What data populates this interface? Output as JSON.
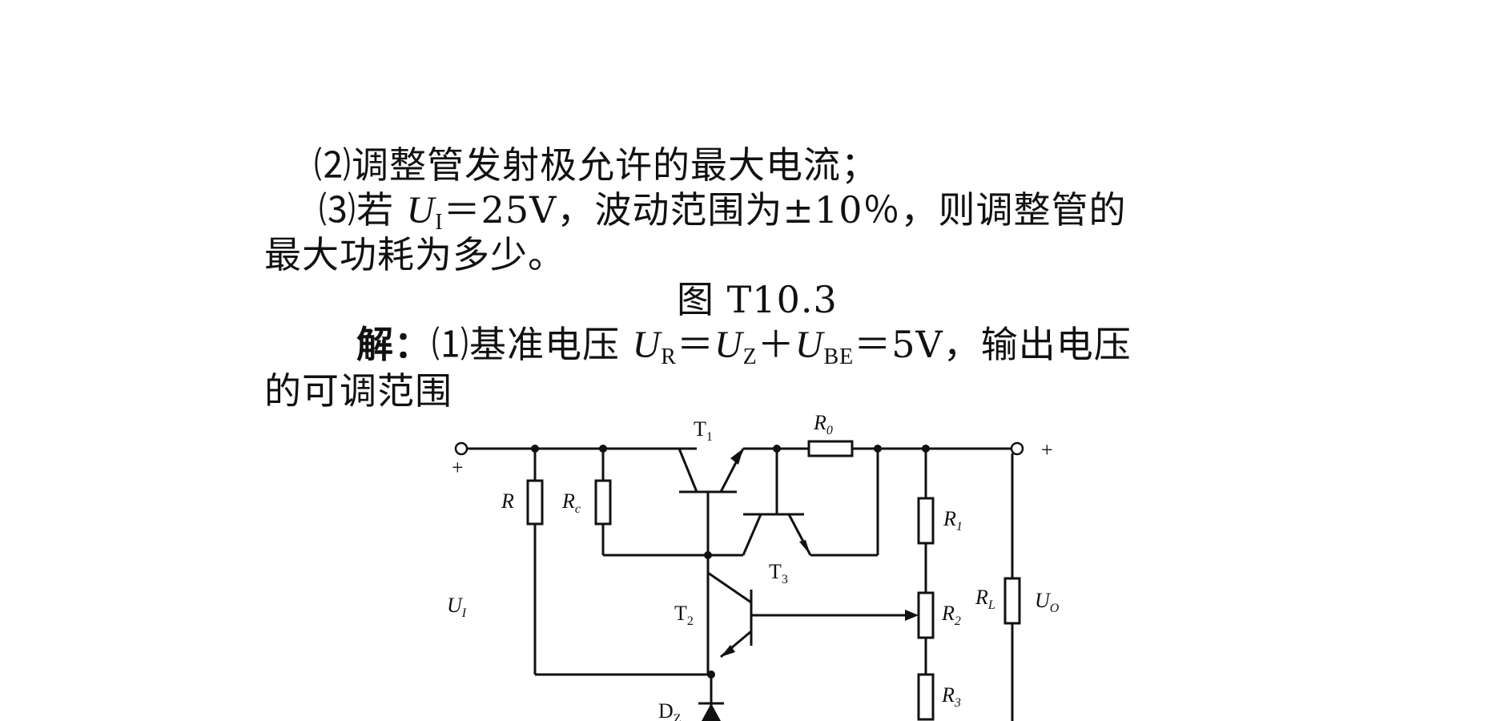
{
  "question": {
    "item2": "⑵调整管发射极允许的最大电流；",
    "item3_prefix": "⑶若 ",
    "item3_var": "U",
    "item3_sub": "I",
    "item3_rest": "＝25V，波动范围为±10％，则调整管的",
    "item3_line2": "最大功耗为多少。"
  },
  "figure_caption": "图 T10.3",
  "solution": {
    "label": "解：",
    "part1_prefix": "⑴基准电压 ",
    "var_u": "U",
    "sub_r": "R",
    "eq1": "＝",
    "sub_z": "Z",
    "plus": "＋",
    "sub_be": "BE",
    "eq2_rest": "＝5V，输出电压",
    "line2": "的可调范围"
  },
  "circuit": {
    "labels": {
      "T1": "T",
      "T1_sub": "1",
      "T2": "T",
      "T2_sub": "2",
      "T3": "T",
      "T3_sub": "3",
      "R0": "R",
      "R0_sub": "0",
      "R": "R",
      "Rc": "R",
      "Rc_sub": "c",
      "R1": "R",
      "R1_sub": "1",
      "R2": "R",
      "R2_sub": "2",
      "R3": "R",
      "R3_sub": "3",
      "RL": "R",
      "RL_sub": "L",
      "UI": "U",
      "UI_sub": "I",
      "UO": "U",
      "UO_sub": "O",
      "DZ": "D",
      "DZ_sub": "Z",
      "plus_in": "+",
      "plus_out": "+"
    }
  }
}
